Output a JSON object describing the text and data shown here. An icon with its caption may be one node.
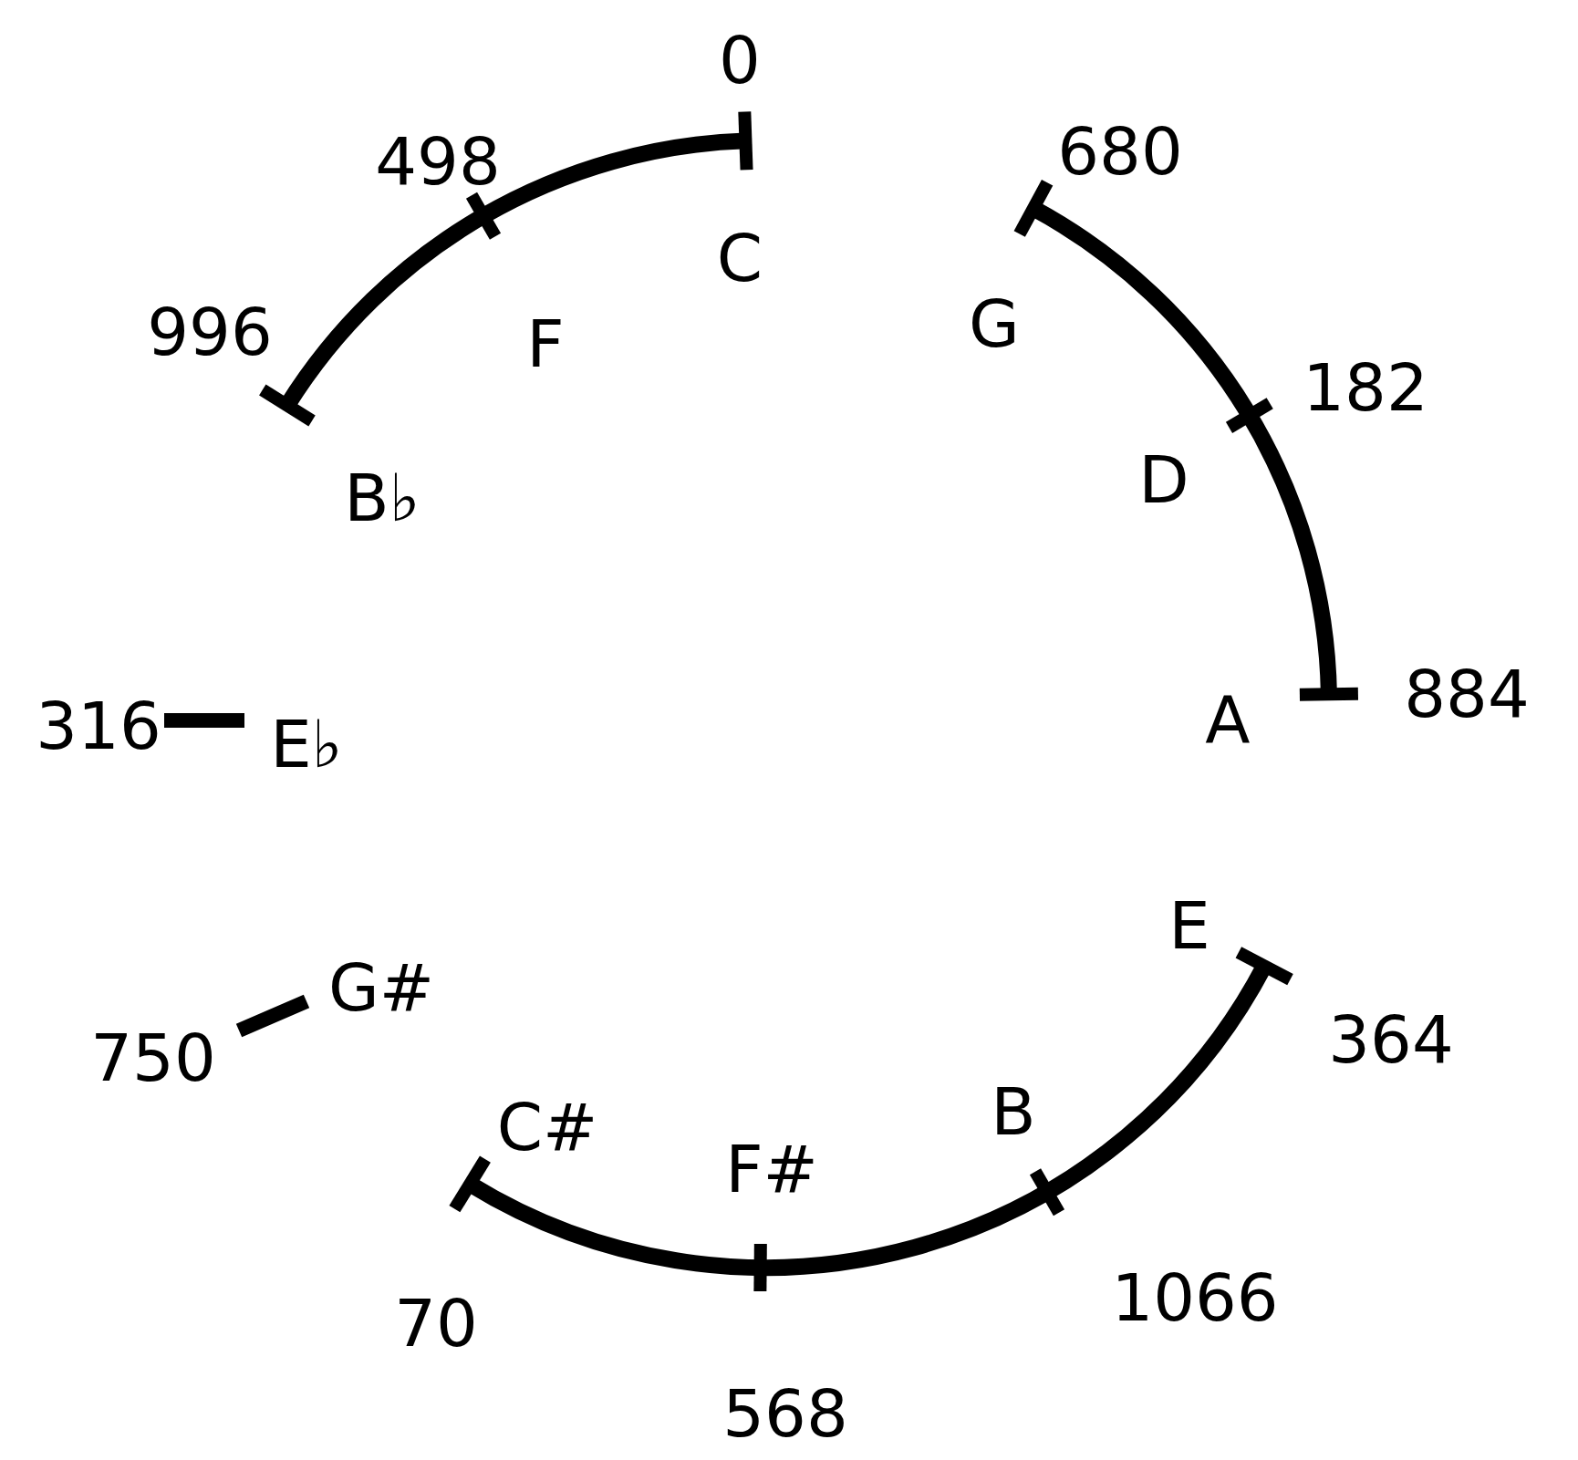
{
  "diagram": {
    "labels": [
      "0",
      "498",
      "C",
      "996",
      "F",
      "B♭",
      "680",
      "G",
      "182",
      "D",
      "A",
      "884",
      "316",
      "E♭",
      "E",
      "364",
      "750",
      "G#",
      "C#",
      "F#",
      "B",
      "70",
      "1066",
      "568"
    ]
  }
}
